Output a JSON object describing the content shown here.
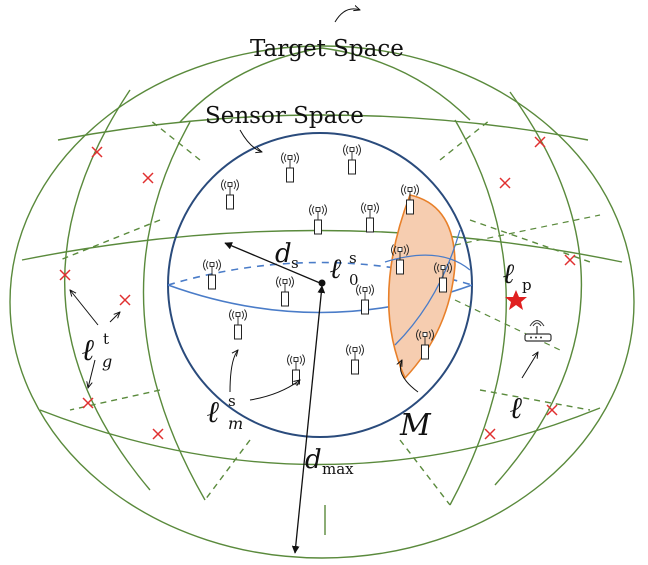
{
  "labels": {
    "target_space": "Target Space",
    "sensor_space": "Sensor Space",
    "d_s": "d",
    "d_s_sub": "s",
    "d_max": "d",
    "d_max_sub": "max",
    "l0s": "ℓ",
    "l0s_sup": "s",
    "l0s_sub": "0",
    "lp": "ℓ",
    "lp_sub": "p",
    "lgt": "ℓ",
    "lgt_sup": "t",
    "lgt_sub": "g",
    "lms": "ℓ",
    "lms_sup": "s",
    "lms_sub": "m",
    "l": "ℓ",
    "M": "M"
  },
  "colors": {
    "outer_green": "#5a8a3c",
    "sphere_blue": "#2a4b7c",
    "equator_blue": "#4a7cc8",
    "region_fill": "#f6cdb0",
    "region_stroke": "#e8802a",
    "cross_red": "#e03030",
    "star_red": "#e02020",
    "ink": "#111111"
  },
  "icons": {
    "sensor": "sensor-antenna-icon",
    "target": "target-cross-icon",
    "star": "star-icon",
    "router": "router-icon"
  }
}
